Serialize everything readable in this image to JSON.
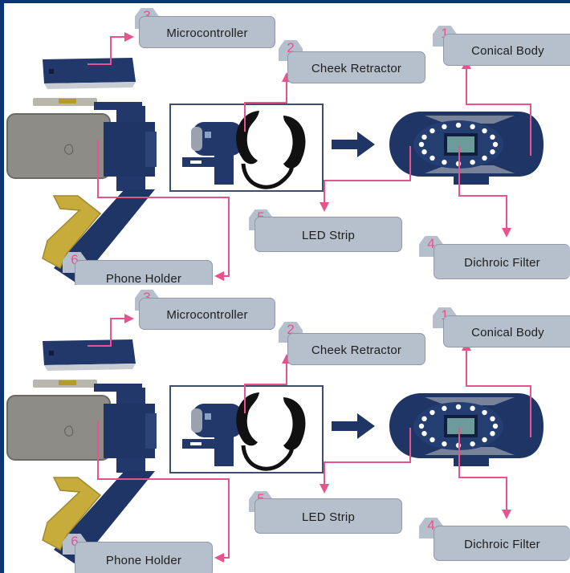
{
  "figure": {
    "description": "Exploded view of a smartphone-based oral imaging device, shown twice",
    "panels": [
      {
        "id": "top",
        "labels": [
          {
            "number": "1",
            "text": "Conical Body"
          },
          {
            "number": "2",
            "text": "Cheek Retractor"
          },
          {
            "number": "3",
            "text": "Microcontroller"
          },
          {
            "number": "4",
            "text": "Dichroic Filter"
          },
          {
            "number": "5",
            "text": "LED Strip"
          },
          {
            "number": "6",
            "text": "Phone Holder"
          }
        ]
      },
      {
        "id": "bottom",
        "labels": [
          {
            "number": "1",
            "text": "Conical Body"
          },
          {
            "number": "2",
            "text": "Cheek Retractor"
          },
          {
            "number": "3",
            "text": "Microcontroller"
          },
          {
            "number": "4",
            "text": "Dichroic Filter"
          },
          {
            "number": "5",
            "text": "LED Strip"
          },
          {
            "number": "6",
            "text": "Phone Holder"
          }
        ]
      }
    ]
  },
  "icons": {
    "phone": "phone-icon",
    "microcontroller": "microcontroller-box-icon",
    "retractor": "cheek-retractor-icon",
    "arrow": "right-arrow-icon",
    "conical_body": "conical-body-led-ring-icon"
  },
  "colors": {
    "frame": "#0c3574",
    "label_fill": "#b6bfcc",
    "leader_line": "#e8538e",
    "device_blue": "#1d3461",
    "phone_gray": "#8b8a84",
    "holder_yellow": "#c7ac3c"
  }
}
